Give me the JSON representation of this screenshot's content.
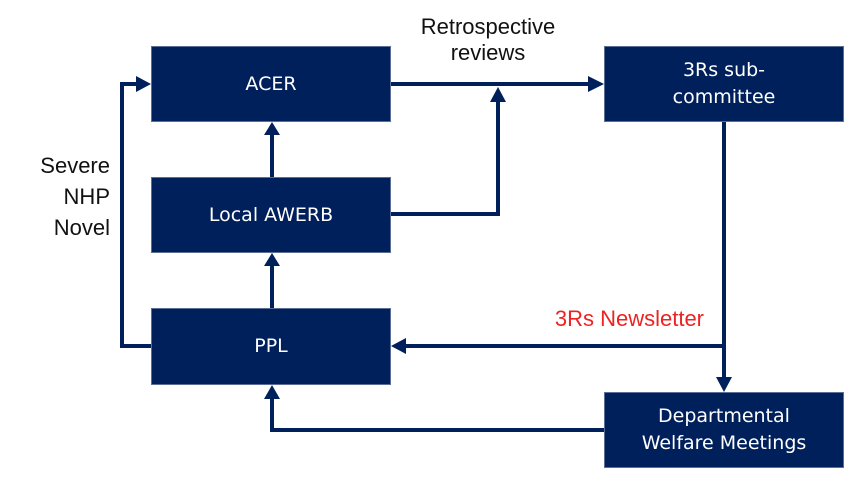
{
  "diagram": {
    "colors": {
      "box_fill": "#00205b",
      "arrow": "#00205b",
      "text_on_box": "#ffffff",
      "label_text": "#111111",
      "highlight_label": "#ee2222"
    },
    "nodes": {
      "acer": {
        "label": "ACER"
      },
      "awerb": {
        "label": "Local AWERB"
      },
      "ppl": {
        "label": "PPL"
      },
      "sub_committee": {
        "label": "3Rs sub-\ncommittee"
      },
      "departmental": {
        "label": "Departmental\nWelfare Meetings"
      }
    },
    "labels": {
      "retrospective": "Retrospective\nreviews",
      "severe": "Severe\nNHP\nNovel",
      "newsletter": "3Rs Newsletter"
    },
    "edges": [
      {
        "from": "ppl",
        "to": "awerb"
      },
      {
        "from": "awerb",
        "to": "acer"
      },
      {
        "from": "ppl",
        "to": "acer",
        "label": "Severe NHP Novel"
      },
      {
        "from": "acer",
        "to": "sub_committee",
        "label": "Retrospective reviews"
      },
      {
        "from": "awerb",
        "to": "sub_committee",
        "label": "Retrospective reviews"
      },
      {
        "from": "sub_committee",
        "to": "departmental"
      },
      {
        "from": "sub_committee",
        "to": "ppl",
        "label": "3Rs Newsletter"
      },
      {
        "from": "departmental",
        "to": "ppl"
      }
    ]
  }
}
